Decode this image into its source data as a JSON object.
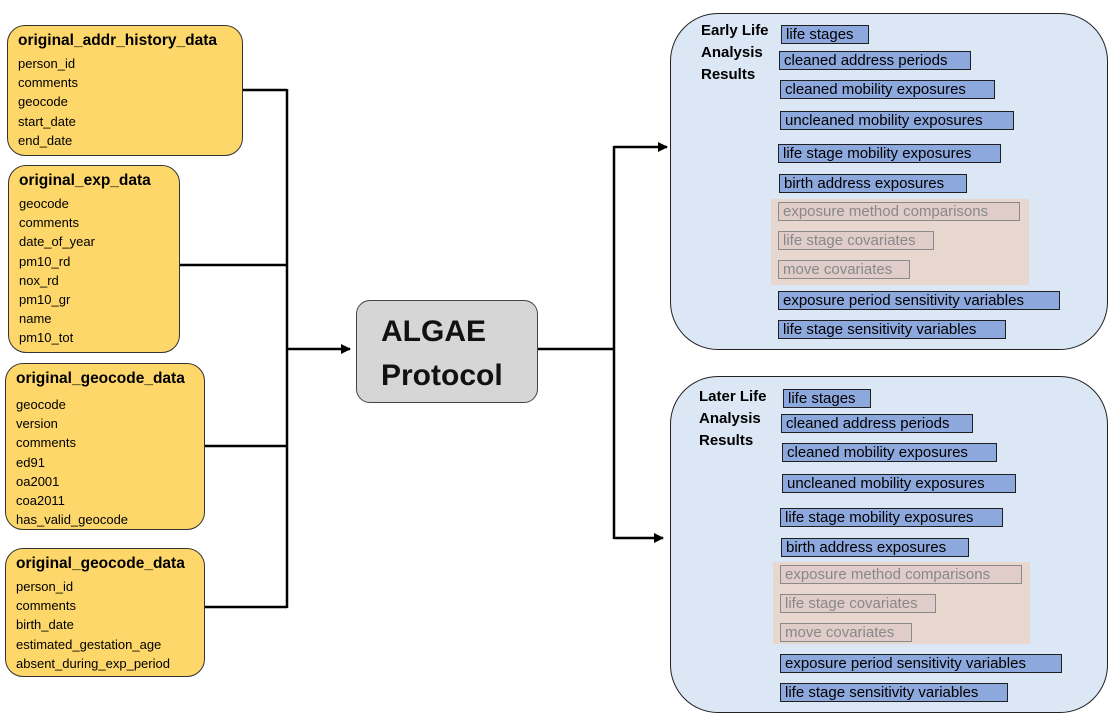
{
  "sources": [
    {
      "title": "original_addr_history_data",
      "fields": [
        "person_id",
        "comments",
        "geocode",
        "start_date",
        "end_date"
      ]
    },
    {
      "title": "original_exp_data",
      "fields": [
        "geocode",
        "comments",
        "date_of_year",
        "pm10_rd",
        "nox_rd",
        "pm10_gr",
        "name",
        "pm10_tot"
      ]
    },
    {
      "title": "original_geocode_data",
      "fields": [
        "geocode",
        "version",
        "comments",
        "ed91",
        "oa2001",
        "coa2011",
        "has_valid_geocode"
      ]
    },
    {
      "title": "original_geocode_data",
      "fields": [
        "person_id",
        "comments",
        "birth_date",
        "estimated_gestation_age",
        "absent_during_exp_period"
      ]
    }
  ],
  "center": {
    "line1": "ALGAE",
    "line2": "Protocol"
  },
  "panels": [
    {
      "title": [
        "Early Life",
        "Analysis",
        "Results"
      ],
      "items": [
        {
          "label": "life stages",
          "enabled": true
        },
        {
          "label": "cleaned address periods",
          "enabled": true
        },
        {
          "label": "cleaned mobility exposures",
          "enabled": true
        },
        {
          "label": "uncleaned mobility exposures",
          "enabled": true
        },
        {
          "label": "life stage mobility exposures",
          "enabled": true
        },
        {
          "label": "birth address exposures",
          "enabled": true
        },
        {
          "label": "exposure method comparisons",
          "enabled": false
        },
        {
          "label": "life stage covariates",
          "enabled": false
        },
        {
          "label": "move covariates",
          "enabled": false
        },
        {
          "label": "exposure period sensitivity variables",
          "enabled": true
        },
        {
          "label": "life stage sensitivity variables",
          "enabled": true
        }
      ]
    },
    {
      "title": [
        "Later Life",
        "Analysis",
        "Results"
      ],
      "items": [
        {
          "label": "life stages",
          "enabled": true
        },
        {
          "label": "cleaned address periods",
          "enabled": true
        },
        {
          "label": "cleaned mobility exposures",
          "enabled": true
        },
        {
          "label": "uncleaned mobility exposures",
          "enabled": true
        },
        {
          "label": "life stage mobility exposures",
          "enabled": true
        },
        {
          "label": "birth address exposures",
          "enabled": true
        },
        {
          "label": "exposure method comparisons",
          "enabled": false
        },
        {
          "label": "life stage covariates",
          "enabled": false
        },
        {
          "label": "move covariates",
          "enabled": false
        },
        {
          "label": "exposure period sensitivity variables",
          "enabled": true
        },
        {
          "label": "life stage sensitivity variables",
          "enabled": true
        }
      ]
    }
  ],
  "colors": {
    "source_fill": "#fdd76a",
    "center_fill": "#d6d6d6",
    "panel_fill": "#dbe7f5",
    "item_highlight": "#8da8dc",
    "item_disabled": "#e0cdca"
  }
}
